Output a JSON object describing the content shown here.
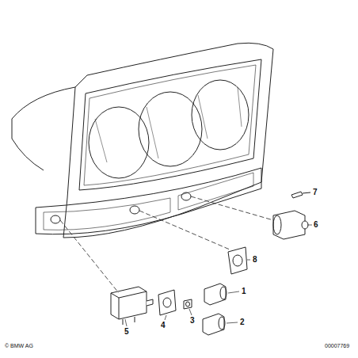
{
  "diagram": {
    "labels": [
      "1",
      "2",
      "3",
      "4",
      "5",
      "6",
      "7",
      "8",
      "© BMW AG",
      "00007769"
    ]
  }
}
